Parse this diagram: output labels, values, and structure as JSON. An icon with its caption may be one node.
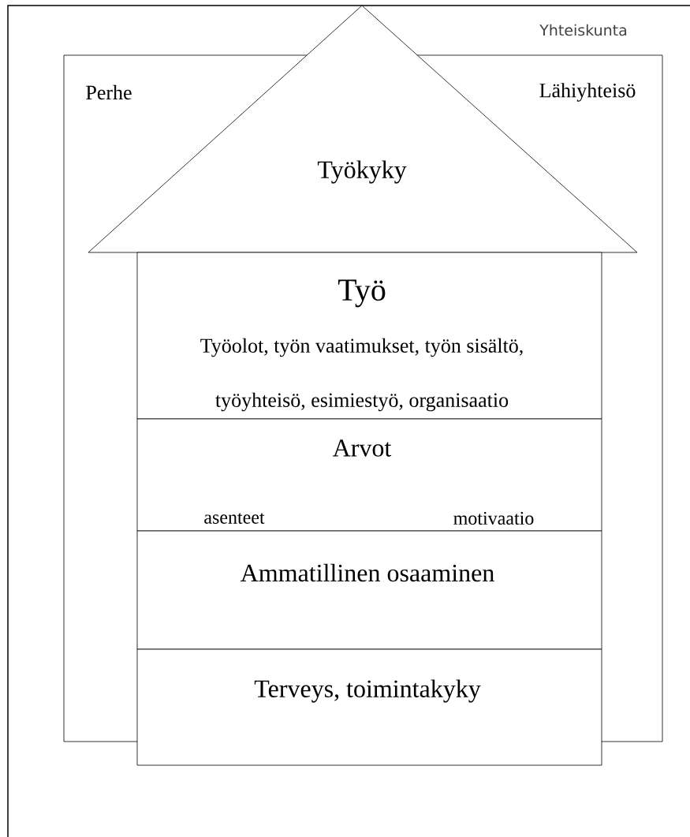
{
  "diagram": {
    "nodes": [
      {
        "text": [
          "Yhteiskunta"
        ]
      },
      {
        "text": [
          "Perhe",
          "Lähiyhteisö"
        ],
        "in": 0
      },
      {
        "text": [
          "Työkyky"
        ],
        "in": 0
      },
      {
        "text": [
          "Työ",
          "Työolot, työn vaatimukset, työn sisältö, työyhteisö, esimiestyö, organisaatio"
        ],
        "in": 1
      },
      {
        "text": [
          "Arvot",
          "asenteet",
          "motivaatio"
        ],
        "in": 1
      },
      {
        "text": [
          "Ammatillinen osaaminen"
        ],
        "in": 1
      },
      {
        "text": [
          "Terveys, toimintakyky"
        ],
        "in": 0
      }
    ]
  }
}
